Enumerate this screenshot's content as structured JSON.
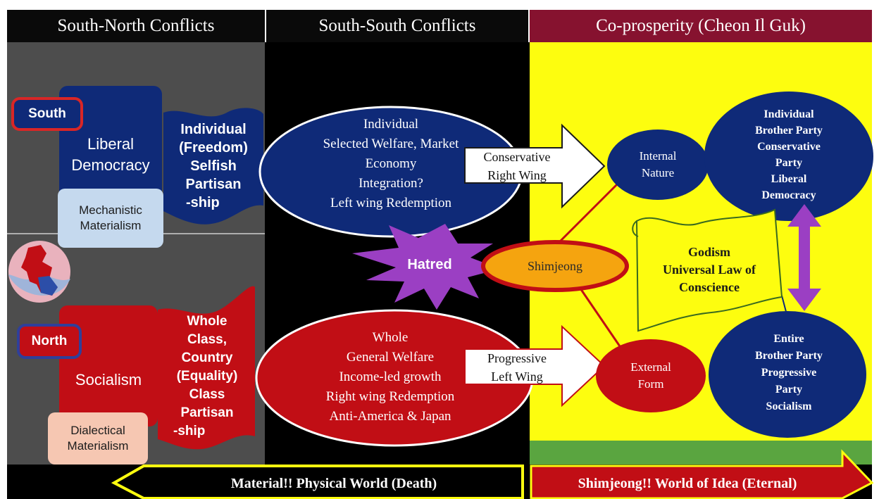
{
  "headers": {
    "left": "South-North Conflicts",
    "middle": "South-South Conflicts",
    "right": "Co-prosperity (Cheon Il Guk)"
  },
  "south": {
    "label": "South",
    "ideology": [
      "Liberal",
      "Democracy"
    ],
    "values": [
      "Individual",
      "(Freedom)",
      "Selfish",
      "Partisan",
      "-ship"
    ],
    "materialism": [
      "Mechanistic",
      "Materialism"
    ]
  },
  "north": {
    "label": "North",
    "ideology": "Socialism",
    "values": [
      "Whole",
      "Class,",
      "Country",
      "(Equality)",
      "Class",
      "Partisan",
      "-ship"
    ],
    "materialism": [
      "Dialectical",
      "Materialism"
    ]
  },
  "south_south": {
    "top_ellipse": [
      "Individual",
      "Selected Welfare, Market",
      "Economy",
      "Integration?",
      "Left wing Redemption"
    ],
    "bottom_ellipse": [
      "Whole",
      "General Welfare",
      "Income-led growth",
      "Right wing Redemption",
      "Anti-America & Japan"
    ],
    "hatred": "Hatred",
    "conservative_arrow": [
      "Conservative",
      "Right Wing"
    ],
    "progressive_arrow": [
      "Progressive",
      "Left Wing"
    ]
  },
  "coprosperity": {
    "shimjeong": "Shimjeong",
    "internal_nature": [
      "Internal",
      "Nature"
    ],
    "external_form": [
      "External",
      "Form"
    ],
    "upper_group": [
      "Individual",
      "Brother Party",
      "Conservative",
      "Party",
      "Liberal",
      "Democracy"
    ],
    "lower_group": [
      "Entire",
      "Brother Party",
      "Progressive",
      "Party",
      "Socialism"
    ],
    "scroll": [
      "Godism",
      "Universal Law of",
      "Conscience"
    ]
  },
  "footer": {
    "left": "Material!!  Physical World (Death)",
    "right": "Shimjeong!! World of Idea (Eternal)"
  },
  "colors": {
    "navy": "#0f2a78",
    "red": "#c10e15",
    "yellow": "#fdfd0f",
    "purple": "#9b3fc3",
    "maroon": "#86122f",
    "green": "#5aa540"
  }
}
